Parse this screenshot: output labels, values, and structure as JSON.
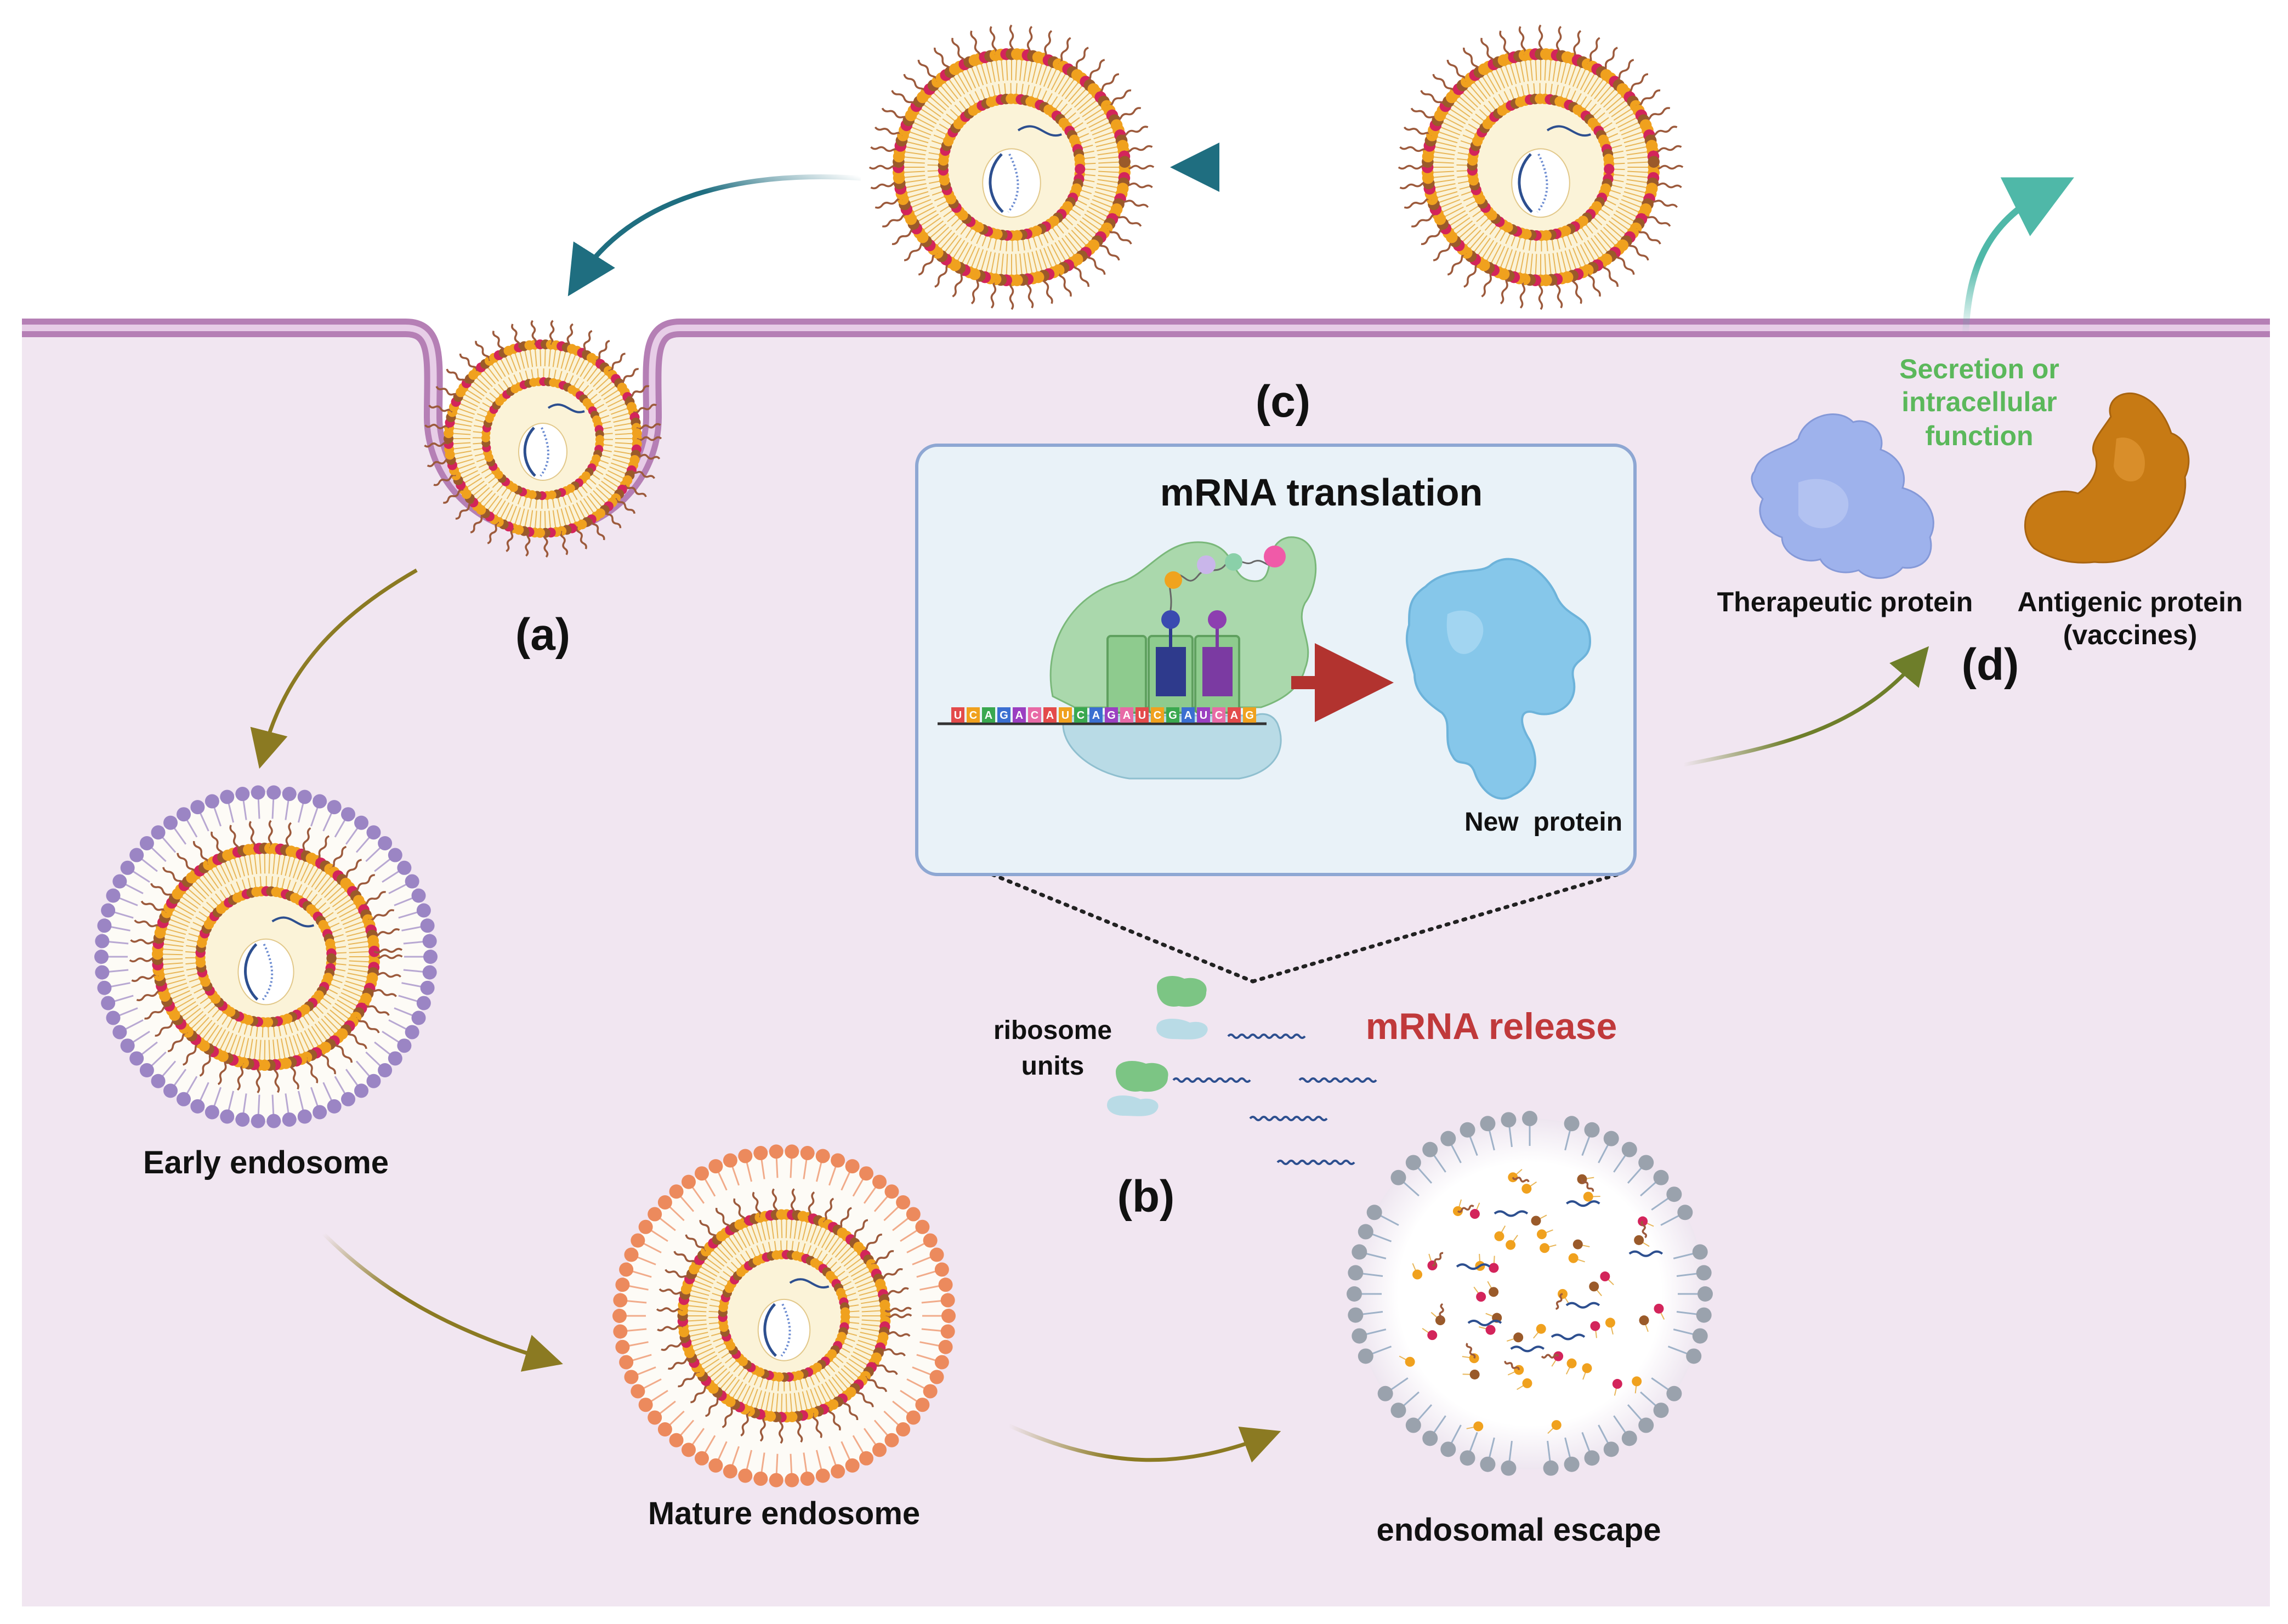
{
  "labels": {
    "a": "(a)",
    "b": "(b)",
    "c": "(c)",
    "d": "(d)",
    "early_endosome": "Early endosome",
    "mature_endosome": "Mature endosome",
    "endosomal_escape": "endosomal escape",
    "mrna_release": "mRNA release",
    "ribosome_units_line1": "ribosome",
    "ribosome_units_line2": "units",
    "mrna_translation": "mRNA translation",
    "new_protein": "New  protein",
    "secretion_line1": "Secretion or",
    "secretion_line2": "intracellular",
    "secretion_line3": "function",
    "therapeutic_protein": "Therapeutic protein",
    "antigenic_protein_line1": "Antigenic protein",
    "antigenic_protein_line2": "(vaccines)"
  },
  "codon_letters": [
    "U",
    "C",
    "A",
    "G",
    "A",
    "C",
    "A",
    "U",
    "C",
    "A",
    "G",
    "A",
    "U",
    "C",
    "G",
    "A",
    "U",
    "C",
    "A",
    "G"
  ],
  "colors": {
    "cytoplasm": "#f1e6f1",
    "membrane": "#b57fb5",
    "membrane_inner": "#d6afd6",
    "lnp_core": "#fbf3d8",
    "lipid_orange": "#f0a11e",
    "lipid_red": "#d3245b",
    "lipid_brown": "#9a5a2a",
    "peg_tail": "#9c5a3c",
    "mrna_blue": "#2d4f8f",
    "early_endosome": "#9b85c4",
    "mature_endosome": "#ec8a5d",
    "escape_endosome": "#9aa2ad",
    "arrow_teal": "#1f6e80",
    "arrow_olive": "#8b7a22",
    "arrow_green": "#6e7e2a",
    "arrow_red": "#b2332f",
    "panel_fill": "#e9f2f8",
    "panel_stroke": "#8ea7d3",
    "ribosome_green": "#7cc584",
    "ribosome_blue": "#b9dbe6",
    "new_protein": "#86c7ea",
    "therapeutic_protein": "#9eb2ec",
    "antigenic_protein": "#c77a14",
    "secretion_green": "#5bb85b",
    "mrna_release_red": "#c0393b"
  }
}
